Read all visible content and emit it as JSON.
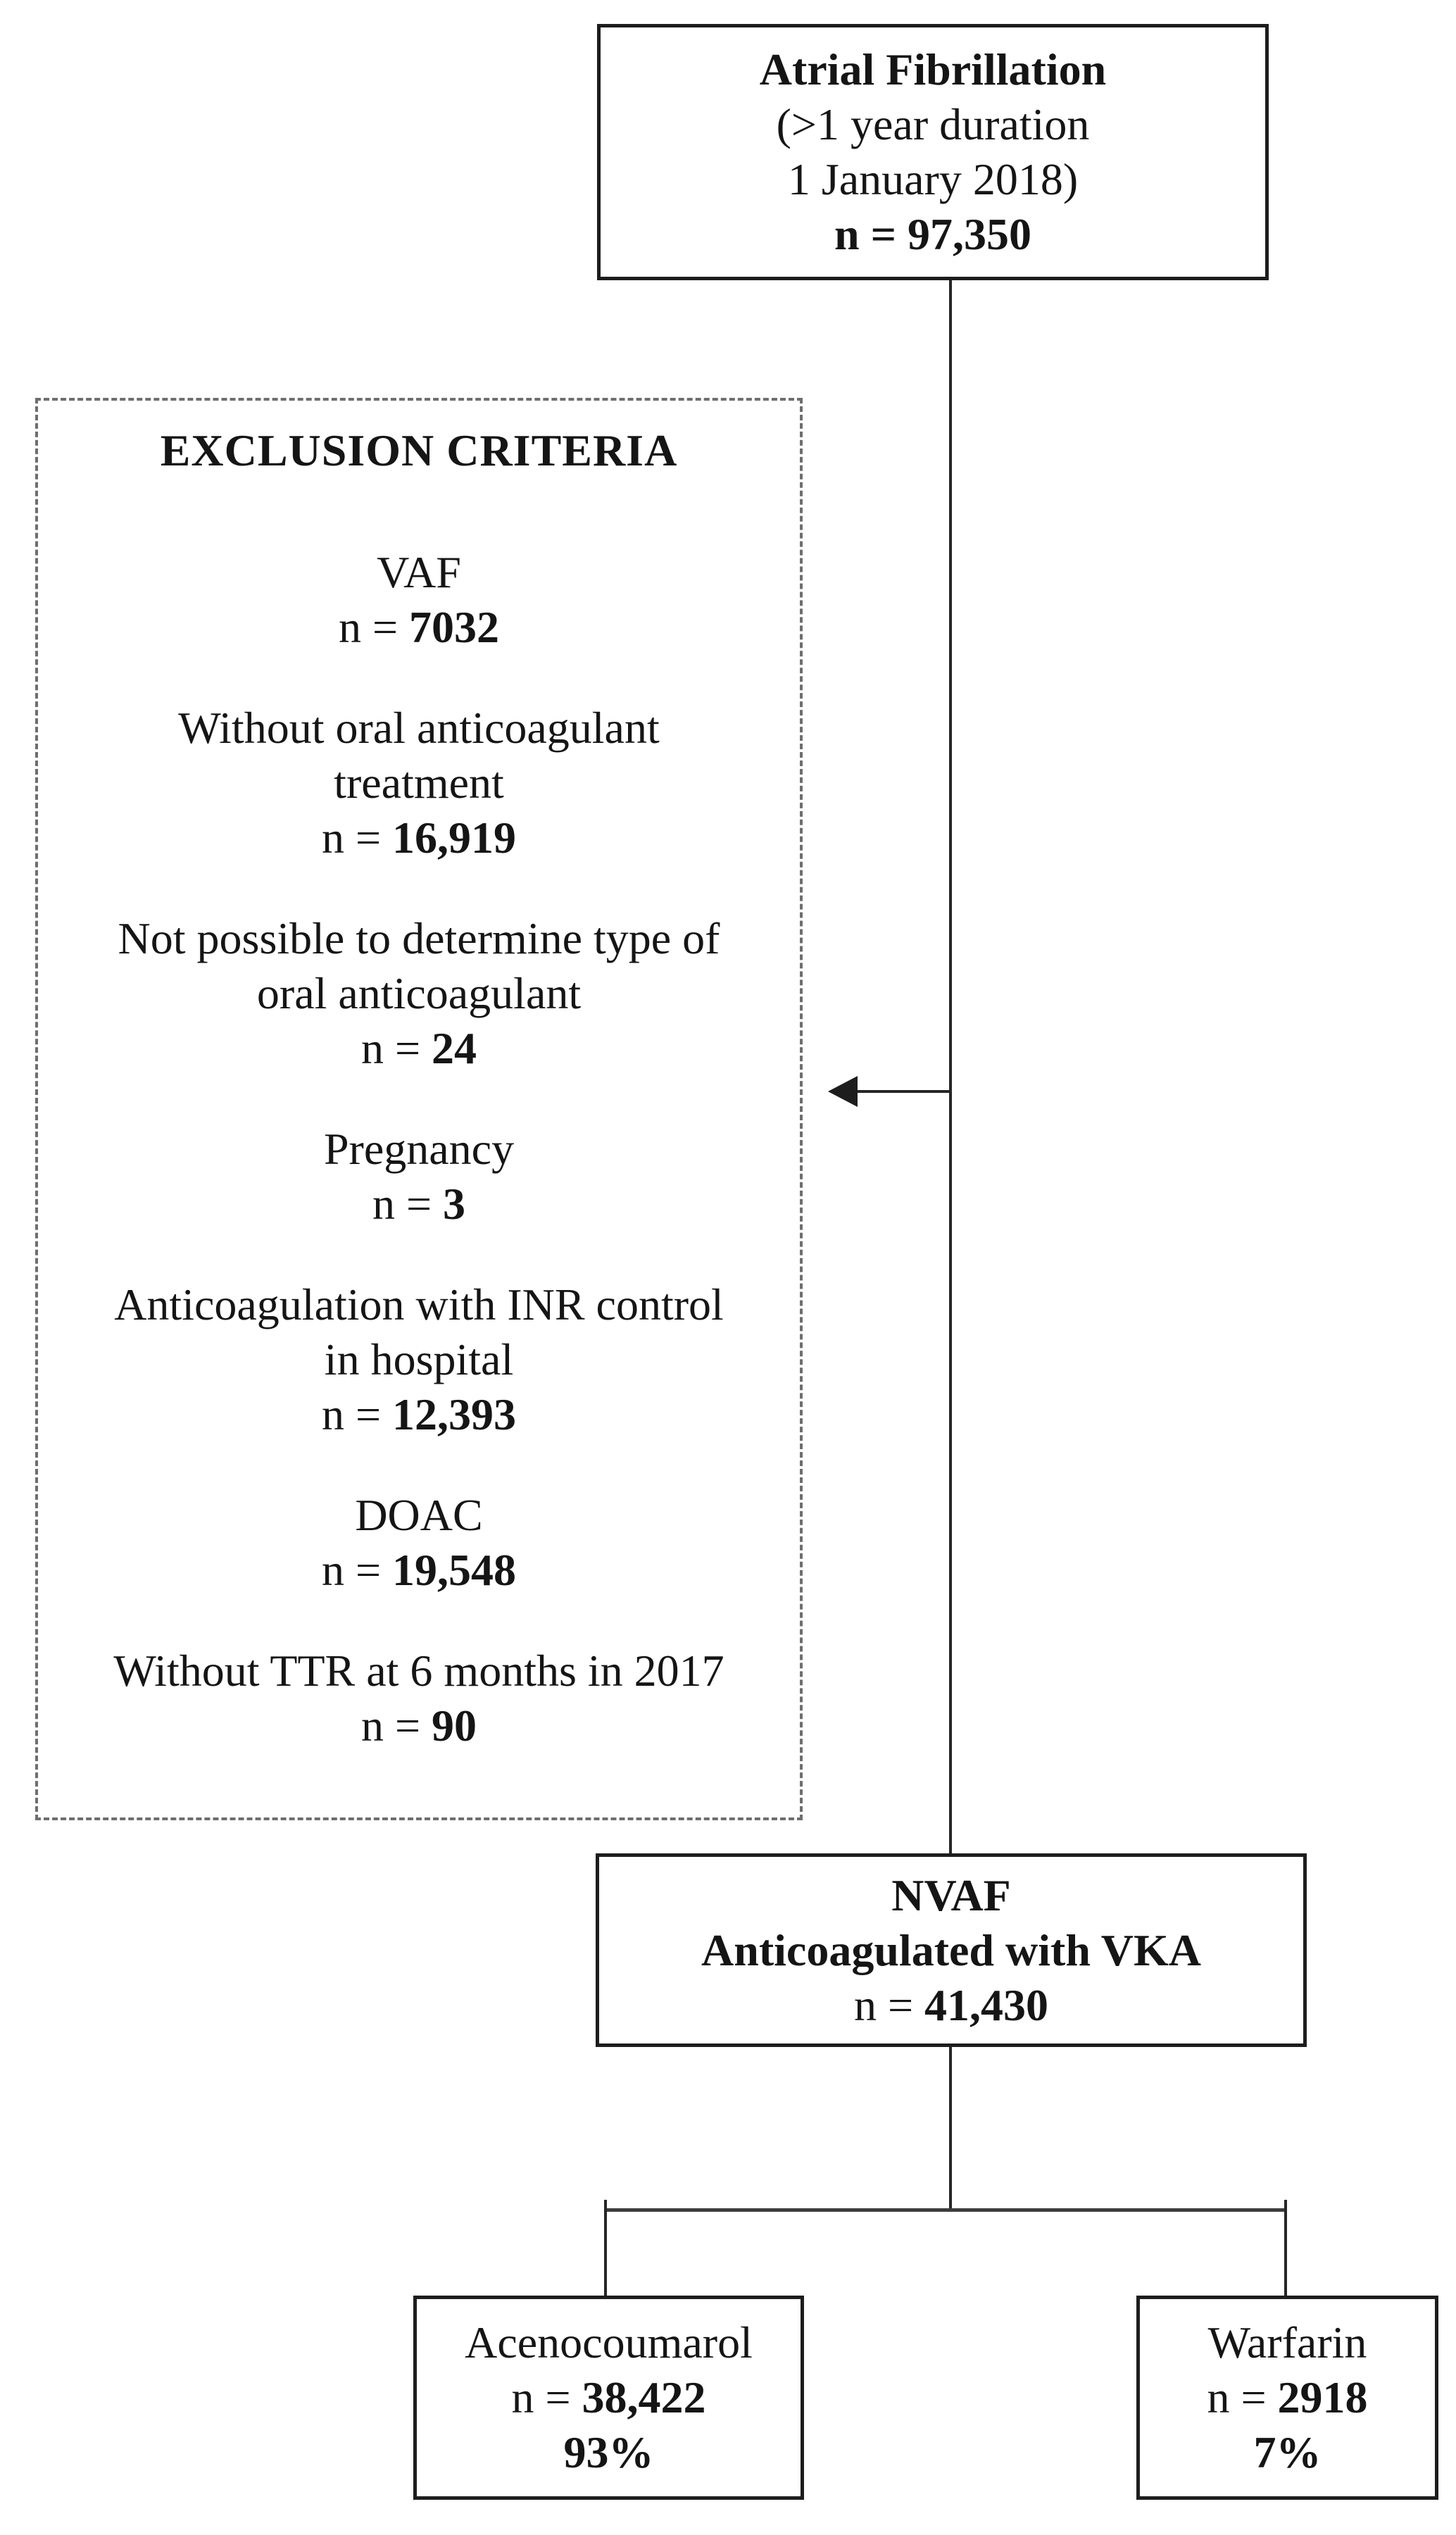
{
  "colors": {
    "background": "#ffffff",
    "solid_border": "#1d1d1d",
    "dashed_border": "#6e6e6e",
    "text": "#151515",
    "connector_line": "#262626"
  },
  "top_box": {
    "line1": "Atrial Fibrillation",
    "line2": "(>1 year duration",
    "line3": "1 January 2018)",
    "n_line": "n = 97,350"
  },
  "exclusion": {
    "title": "EXCLUSION CRITERIA",
    "items": [
      {
        "label": "VAF",
        "n_prefix": "n = ",
        "n_value": "7032"
      },
      {
        "label": "Without oral anticoagulant\ntreatment",
        "n_prefix": "n = ",
        "n_value": "16,919"
      },
      {
        "label": "Not possible to determine type of\noral anticoagulant",
        "n_prefix": "n = ",
        "n_value": "24"
      },
      {
        "label": "Pregnancy",
        "n_prefix": "n = ",
        "n_value": "3"
      },
      {
        "label": "Anticoagulation with INR control\nin hospital",
        "n_prefix": "n = ",
        "n_value": "12,393"
      },
      {
        "label": "DOAC",
        "n_prefix": "n = ",
        "n_value": "19,548"
      },
      {
        "label": "Without TTR at 6 months in 2017",
        "n_prefix": "n = ",
        "n_value": "90"
      }
    ]
  },
  "nvaf_box": {
    "line1": "NVAF",
    "line2": "Anticoagulated with VKA",
    "n_prefix": "n = ",
    "n_value": "41,430"
  },
  "aceno_box": {
    "label": "Acenocoumarol",
    "n_prefix": "n = ",
    "n_value": "38,422",
    "pct": "93%"
  },
  "warfarin_box": {
    "label": "Warfarin",
    "n_prefix": "n = ",
    "n_value": "2918",
    "pct": "7%"
  }
}
